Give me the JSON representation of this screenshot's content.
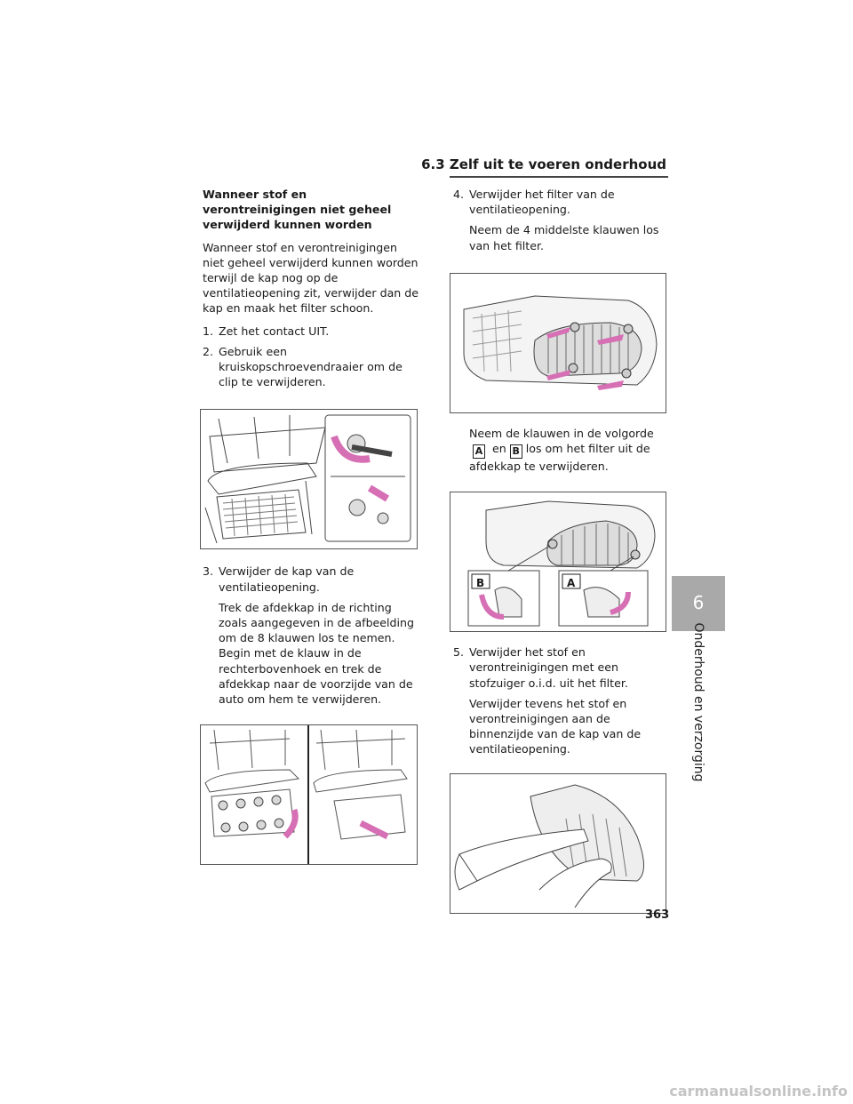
{
  "header": {
    "section_title": "6.3 Zelf uit te voeren onderhoud"
  },
  "left": {
    "heading": "Wanneer stof en verontreinigingen niet geheel verwijderd kunnen worden",
    "intro": "Wanneer stof en verontreinigingen niet geheel verwijderd kunnen worden terwijl de kap nog op de ventilatieopening zit, verwijder dan de kap en maak het filter schoon.",
    "steps": [
      {
        "num": "1.",
        "text": "Zet het contact UIT."
      },
      {
        "num": "2.",
        "text": "Gebruik een kruiskopschroevendraaier om de clip te verwijderen."
      },
      {
        "num": "3.",
        "text": "Verwijder de kap van de ventilatieopening."
      }
    ],
    "step3_body": "Trek de afdekkap in de richting zoals aangegeven in de afbeelding om de 8 klauwen los te nemen. Begin met de klauw in de rechterbovenhoek en trek de afdekkap naar de voorzijde van de auto om hem te verwijderen."
  },
  "right": {
    "step4": {
      "num": "4.",
      "text": "Verwijder het filter van de ventilatieopening."
    },
    "step4_body1": "Neem de 4 middelste klauwen los van het filter.",
    "step4_body2_a": "Neem de klauwen in de volgorde",
    "key_a": "A",
    "step4_body2_b": "en",
    "key_b": "B",
    "step4_body2_c": "los om het filter uit de afdekkap te verwijderen.",
    "fig_labels": {
      "b": "B",
      "a": "A"
    },
    "step5": {
      "num": "5.",
      "text": "Verwijder het stof en verontreinigingen met een stofzuiger o.i.d. uit het filter."
    },
    "step5_body": "Verwijder tevens het stof en verontreinigingen aan de binnenzijde van de kap van de ventilatieopening."
  },
  "tab": {
    "number": "6",
    "label": "Onderhoud en verzorging"
  },
  "page_number": "363",
  "watermark": "carmanualsonline.info"
}
